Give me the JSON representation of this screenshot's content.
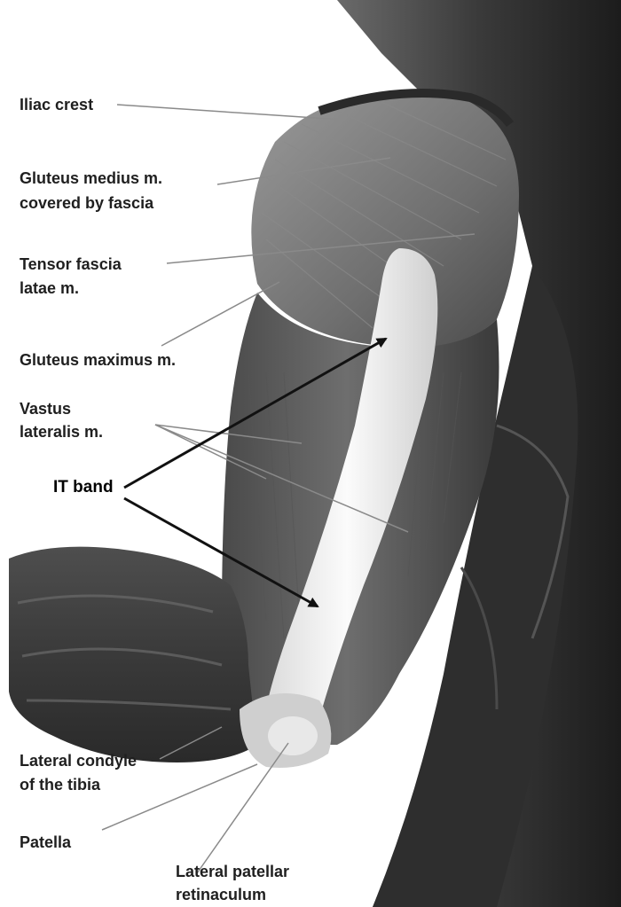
{
  "labels": {
    "iliac_crest": "Iliac crest",
    "gluteus_medius_1": "Gluteus medius m.",
    "gluteus_medius_2": "covered by fascia",
    "tensor_fascia_1": "Tensor fascia",
    "tensor_fascia_2": "latae m.",
    "gluteus_maximus": "Gluteus maximus m.",
    "vastus_lateralis_1": "Vastus",
    "vastus_lateralis_2": "lateralis m.",
    "it_band": "IT band",
    "lateral_condyle_1": "Lateral condyle",
    "lateral_condyle_2": "of the tibia",
    "patella": "Patella",
    "lateral_patellar_1": "Lateral patellar",
    "lateral_patellar_2": "retinaculum"
  },
  "colors": {
    "background": "#ffffff",
    "label_text": "#1f1f1f",
    "leader_line": "#8a8a8a",
    "arrow": "#111111",
    "it_band_fill": "#f2f2f2",
    "muscle_dark": "#2a2a2a",
    "muscle_mid": "#5e5e5e"
  }
}
